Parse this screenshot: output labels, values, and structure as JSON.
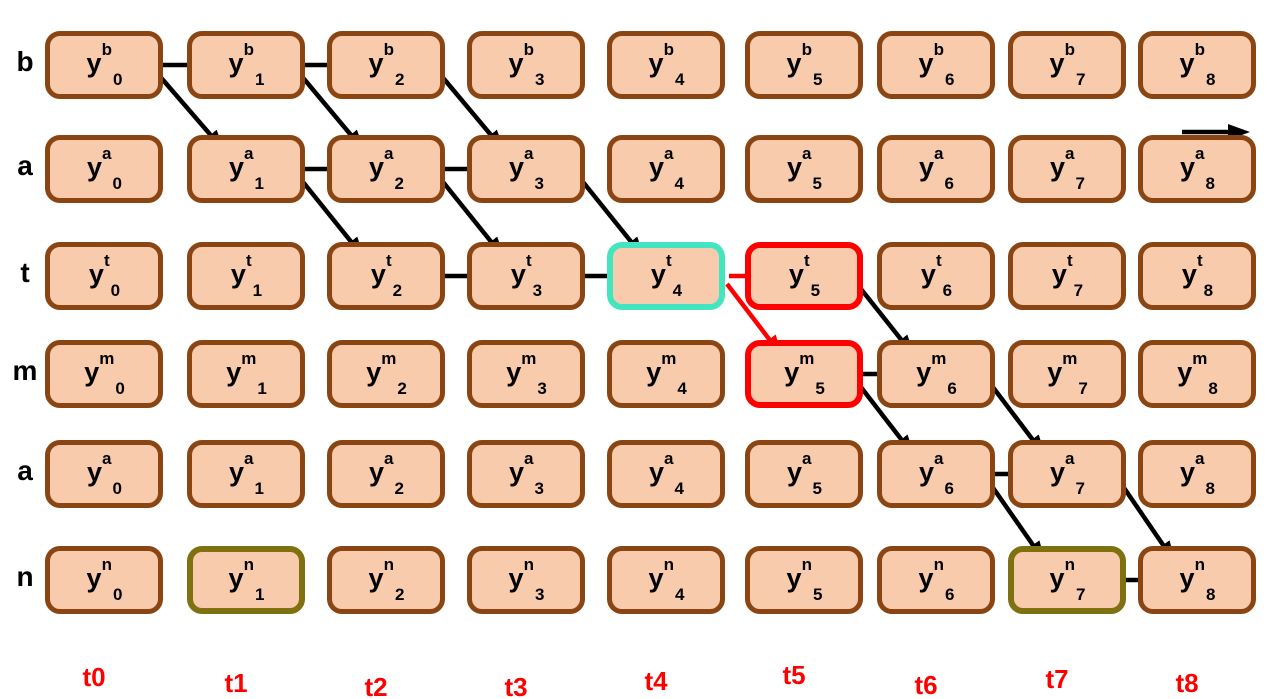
{
  "diagram": {
    "kind": "ctc-alignment-lattice",
    "word_rows": [
      "b",
      "a",
      "t",
      "m",
      "a",
      "n"
    ]
  },
  "colors": {
    "cell_fill": "#F8CBAD",
    "cell_border": "#8B4513",
    "highlight_teal": "#42E5C0",
    "highlight_red": "#FF0000",
    "highlight_olive": "#7F7010",
    "arrow_black": "#000000",
    "arrow_red": "#FF0000",
    "time_label": "#FF0000",
    "text": "#000000"
  },
  "grid": {
    "base": "y",
    "time_labels": [
      "t0",
      "t1",
      "t2",
      "t3",
      "t4",
      "t5",
      "t6",
      "t7",
      "t8"
    ],
    "rows": [
      {
        "label": "b",
        "cells": [
          {
            "sup": "b",
            "sub": "0"
          },
          {
            "sup": "b",
            "sub": "1"
          },
          {
            "sup": "b",
            "sub": "2"
          },
          {
            "sup": "b",
            "sub": "3"
          },
          {
            "sup": "b",
            "sub": "4"
          },
          {
            "sup": "b",
            "sub": "5"
          },
          {
            "sup": "b",
            "sub": "6"
          },
          {
            "sup": "b",
            "sub": "7"
          },
          {
            "sup": "b",
            "sub": "8"
          }
        ]
      },
      {
        "label": "a",
        "cells": [
          {
            "sup": "a",
            "sub": "0"
          },
          {
            "sup": "a",
            "sub": "1"
          },
          {
            "sup": "a",
            "sub": "2"
          },
          {
            "sup": "a",
            "sub": "3"
          },
          {
            "sup": "a",
            "sub": "4"
          },
          {
            "sup": "a",
            "sub": "5"
          },
          {
            "sup": "a",
            "sub": "6"
          },
          {
            "sup": "a",
            "sub": "7"
          },
          {
            "sup": "a",
            "sub": "8"
          }
        ]
      },
      {
        "label": "t",
        "cells": [
          {
            "sup": "t",
            "sub": "0"
          },
          {
            "sup": "t",
            "sub": "1"
          },
          {
            "sup": "t",
            "sub": "2"
          },
          {
            "sup": "t",
            "sub": "3"
          },
          {
            "sup": "t",
            "sub": "4",
            "hl": "teal"
          },
          {
            "sup": "t",
            "sub": "5",
            "hl": "red"
          },
          {
            "sup": "t",
            "sub": "6"
          },
          {
            "sup": "t",
            "sub": "7"
          },
          {
            "sup": "t",
            "sub": "8"
          }
        ]
      },
      {
        "label": "m",
        "cells": [
          {
            "sup": "m",
            "sub": "0"
          },
          {
            "sup": "m",
            "sub": "1"
          },
          {
            "sup": "m",
            "sub": "2"
          },
          {
            "sup": "m",
            "sub": "3"
          },
          {
            "sup": "m",
            "sub": "4"
          },
          {
            "sup": "m",
            "sub": "5",
            "hl": "red"
          },
          {
            "sup": "m",
            "sub": "6"
          },
          {
            "sup": "m",
            "sub": "7"
          },
          {
            "sup": "m",
            "sub": "8"
          }
        ]
      },
      {
        "label": "a",
        "cells": [
          {
            "sup": "a",
            "sub": "0"
          },
          {
            "sup": "a",
            "sub": "1"
          },
          {
            "sup": "a",
            "sub": "2"
          },
          {
            "sup": "a",
            "sub": "3"
          },
          {
            "sup": "a",
            "sub": "4"
          },
          {
            "sup": "a",
            "sub": "5"
          },
          {
            "sup": "a",
            "sub": "6"
          },
          {
            "sup": "a",
            "sub": "7"
          },
          {
            "sup": "a",
            "sub": "8"
          }
        ]
      },
      {
        "label": "n",
        "cells": [
          {
            "sup": "n",
            "sub": "0"
          },
          {
            "sup": "n",
            "sub": "1",
            "hl": "olive"
          },
          {
            "sup": "n",
            "sub": "2"
          },
          {
            "sup": "n",
            "sub": "3"
          },
          {
            "sup": "n",
            "sub": "4"
          },
          {
            "sup": "n",
            "sub": "5"
          },
          {
            "sup": "n",
            "sub": "6"
          },
          {
            "sup": "n",
            "sub": "7",
            "hl": "olive"
          },
          {
            "sup": "n",
            "sub": "8"
          }
        ]
      }
    ]
  },
  "arrows": [
    {
      "from": [
        0,
        0
      ],
      "to": [
        0,
        1
      ],
      "color": "black"
    },
    {
      "from": [
        0,
        1
      ],
      "to": [
        0,
        2
      ],
      "color": "black"
    },
    {
      "from": [
        0,
        0
      ],
      "to": [
        1,
        1
      ],
      "color": "black"
    },
    {
      "from": [
        0,
        1
      ],
      "to": [
        1,
        2
      ],
      "color": "black"
    },
    {
      "from": [
        0,
        2
      ],
      "to": [
        1,
        3
      ],
      "color": "black"
    },
    {
      "from": [
        1,
        1
      ],
      "to": [
        1,
        2
      ],
      "color": "black"
    },
    {
      "from": [
        1,
        2
      ],
      "to": [
        1,
        3
      ],
      "color": "black"
    },
    {
      "from": [
        1,
        1
      ],
      "to": [
        2,
        2
      ],
      "color": "black"
    },
    {
      "from": [
        1,
        2
      ],
      "to": [
        2,
        3
      ],
      "color": "black"
    },
    {
      "from": [
        1,
        3
      ],
      "to": [
        2,
        4
      ],
      "color": "black"
    },
    {
      "from": [
        2,
        2
      ],
      "to": [
        2,
        3
      ],
      "color": "black"
    },
    {
      "from": [
        2,
        3
      ],
      "to": [
        2,
        4
      ],
      "color": "black"
    },
    {
      "from": [
        2,
        4
      ],
      "to": [
        2,
        5
      ],
      "color": "red"
    },
    {
      "from": [
        2,
        4
      ],
      "to": [
        3,
        5
      ],
      "color": "red"
    },
    {
      "from": [
        2,
        5
      ],
      "to": [
        3,
        6
      ],
      "color": "black"
    },
    {
      "from": [
        3,
        5
      ],
      "to": [
        3,
        6
      ],
      "color": "black"
    },
    {
      "from": [
        3,
        5
      ],
      "to": [
        4,
        6
      ],
      "color": "black"
    },
    {
      "from": [
        3,
        6
      ],
      "to": [
        4,
        7
      ],
      "color": "black"
    },
    {
      "from": [
        4,
        6
      ],
      "to": [
        4,
        7
      ],
      "color": "black"
    },
    {
      "from": [
        4,
        6
      ],
      "to": [
        5,
        7
      ],
      "color": "black"
    },
    {
      "from": [
        4,
        7
      ],
      "to": [
        5,
        8
      ],
      "color": "black"
    },
    {
      "from": [
        5,
        7
      ],
      "to": [
        5,
        8
      ],
      "color": "black"
    },
    {
      "type": "exit",
      "at": [
        1,
        8
      ],
      "color": "black"
    }
  ]
}
